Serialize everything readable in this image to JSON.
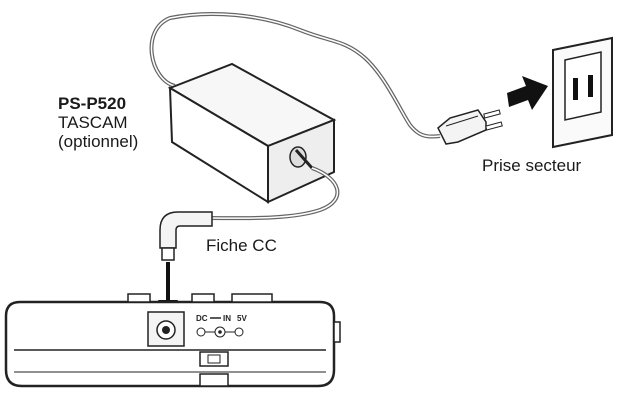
{
  "adapter_label": {
    "model": "PS-P520",
    "brand": "TASCAM",
    "note": "(optionnel)"
  },
  "outlet_label": "Prise secteur",
  "plug_label": "Fiche CC",
  "jack_marking": {
    "dc": "DC",
    "in": "IN",
    "voltage": "5V"
  }
}
